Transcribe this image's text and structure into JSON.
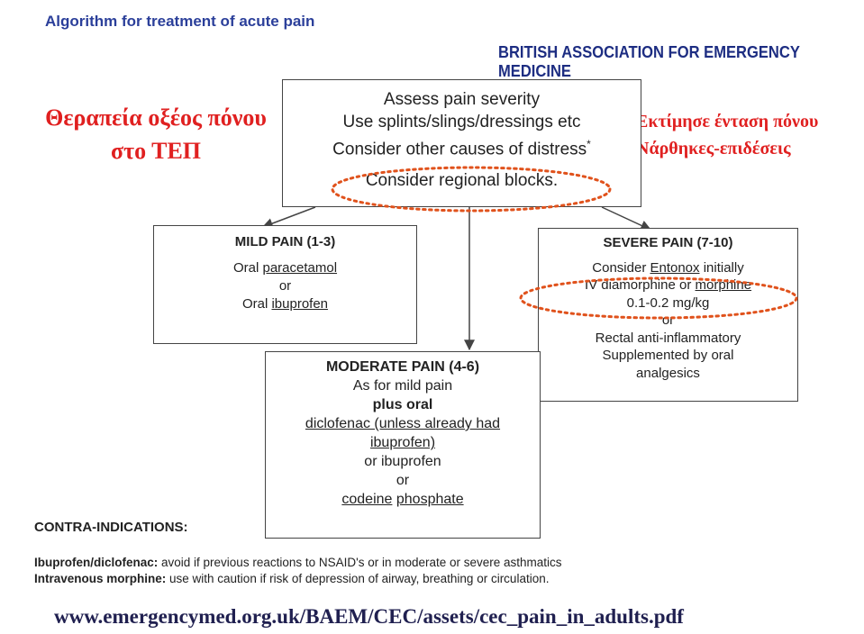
{
  "header": {
    "title": "Algorithm for treatment of acute pain",
    "organization": "BRITISH ASSOCIATION FOR EMERGENCY MEDICINE"
  },
  "greek_notes": {
    "left": [
      "Θεραπεία οξέος πόνου",
      "στο ΤΕΠ"
    ],
    "right": [
      "Εκτίμησε ένταση πόνου",
      "Νάρθηκες-επιδέσεις"
    ]
  },
  "assess": {
    "lines": [
      "Assess pain severity",
      "Use splints/slings/dressings etc",
      "Consider other causes of distress"
    ],
    "asterisk": "*",
    "regional": "Consider regional blocks."
  },
  "mild": {
    "heading": "MILD PAIN (1-3)",
    "l1_prefix": "Oral ",
    "l1_drug": "paracetamol",
    "l2": "or",
    "l3_prefix": "Oral ",
    "l3_drug": "ibuprofen"
  },
  "moderate": {
    "heading": "MODERATE PAIN (4-6)",
    "l1": "As for mild pain",
    "l2": "plus oral",
    "l3": "diclofenac (unless already had",
    "l4": "ibuprofen)",
    "l5": "or ibuprofen",
    "l6": "or",
    "l7a": "codeine",
    "l7b": "phosphate"
  },
  "severe": {
    "heading": "SEVERE PAIN (7-10)",
    "l1_prefix": "Consider ",
    "l1_drug": "Entonox",
    "l1_suffix": " initially",
    "l2_prefix": "IV diamorphine or ",
    "l2_drug": "morphine",
    "l3": "0.1-0.2 mg/kg",
    "l4": "or",
    "l5": "Rectal anti-inflammatory",
    "l6": "Supplemented by oral",
    "l7": "analgesics"
  },
  "contra": {
    "title": "CONTRA-INDICATIONS:",
    "item1_label": "Ibuprofen/diclofenac:",
    "item1_text": " avoid if previous reactions to NSAID's or in moderate or severe asthmatics",
    "item2_label": "Intravenous morphine:",
    "item2_text": " use with caution if risk of depression of airway, breathing or circulation."
  },
  "source_url": "www.emergencymed.org.uk/BAEM/CEC/assets/cec_pain_in_adults.pdf",
  "colors": {
    "title_blue": "#2b3f9a",
    "org_blue": "#1d2d82",
    "greek_red": "#e02020",
    "highlight_dots": "#e0521c"
  }
}
